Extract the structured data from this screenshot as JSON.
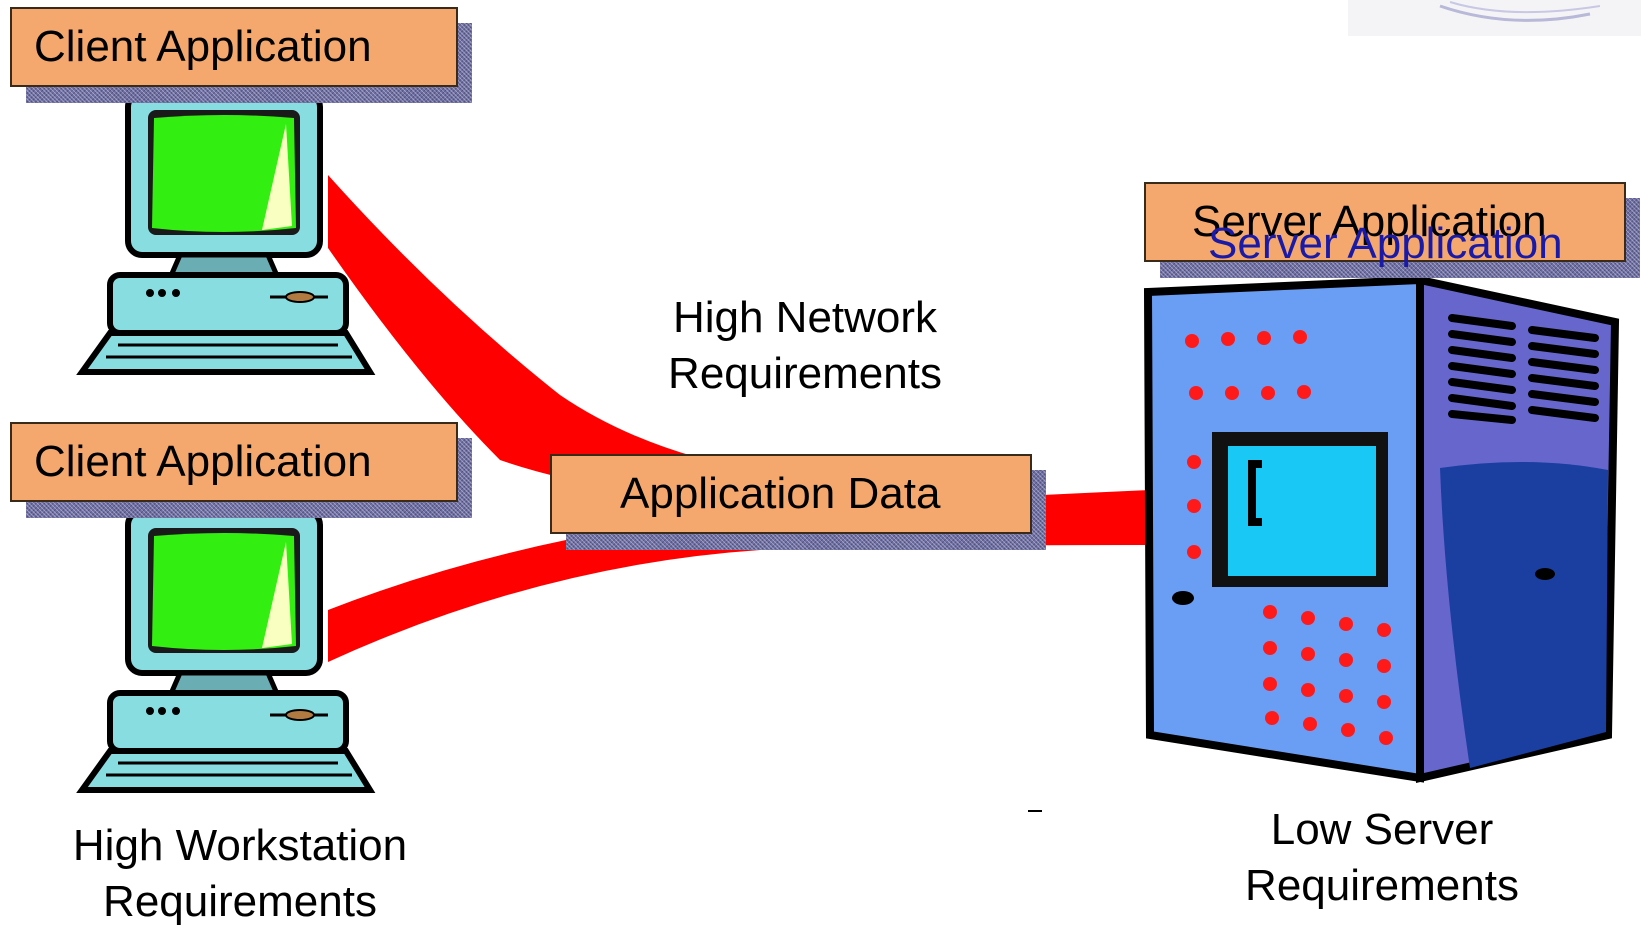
{
  "clients": [
    {
      "label": "Client Application"
    },
    {
      "label": "Client Application"
    }
  ],
  "network": {
    "line1": "High Network",
    "line2": "Requirements",
    "data_label": "Application Data"
  },
  "workstation": {
    "line1": "High Workstation",
    "line2": "Requirements"
  },
  "server": {
    "label": "Server Application",
    "overlay_label": "Server Application",
    "line1": "Low Server",
    "line2": "Requirements"
  },
  "colors": {
    "link": "#ff0000",
    "label_fill": "#f5a86e",
    "monitor_screen": "#33ee11",
    "computer_body": "#88dde0",
    "server_front": "#6a9ef5",
    "server_side": "#6666cc"
  }
}
